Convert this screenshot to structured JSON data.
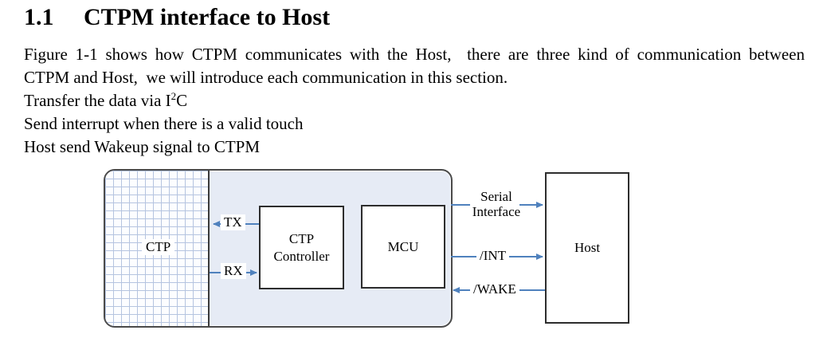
{
  "page": {
    "heading": {
      "number": "1.1",
      "title": "CTPM interface to Host"
    },
    "paragraph": {
      "line1": "Figure 1-1 shows how CTPM communicates with the Host,  there are three kind of communication between",
      "line2": "CTPM and Host,  we will introduce each communication in this section."
    },
    "lines": {
      "i2c_prefix": "Transfer the data via I",
      "i2c_sup": "2",
      "i2c_suffix": "C",
      "interrupt": "Send interrupt when there is a valid touch",
      "wakeup": "Host send Wakeup signal to CTPM"
    }
  },
  "diagram": {
    "ctp_label": "CTP",
    "controller_line1": "CTP",
    "controller_line2": "Controller",
    "mcu_label": "MCU",
    "host_label": "Host",
    "tx_label": "TX",
    "rx_label": "RX",
    "serial_line1": "Serial",
    "serial_line2": "Interface",
    "int_label": "/INT",
    "wake_label": "/WAKE",
    "colors": {
      "arrow": "#4f81bd",
      "panel_fill": "#e6ebf5",
      "grid_line": "#b5c4e0",
      "panel_border": "#4a4a4a",
      "box_border": "#2d2d2d"
    }
  }
}
